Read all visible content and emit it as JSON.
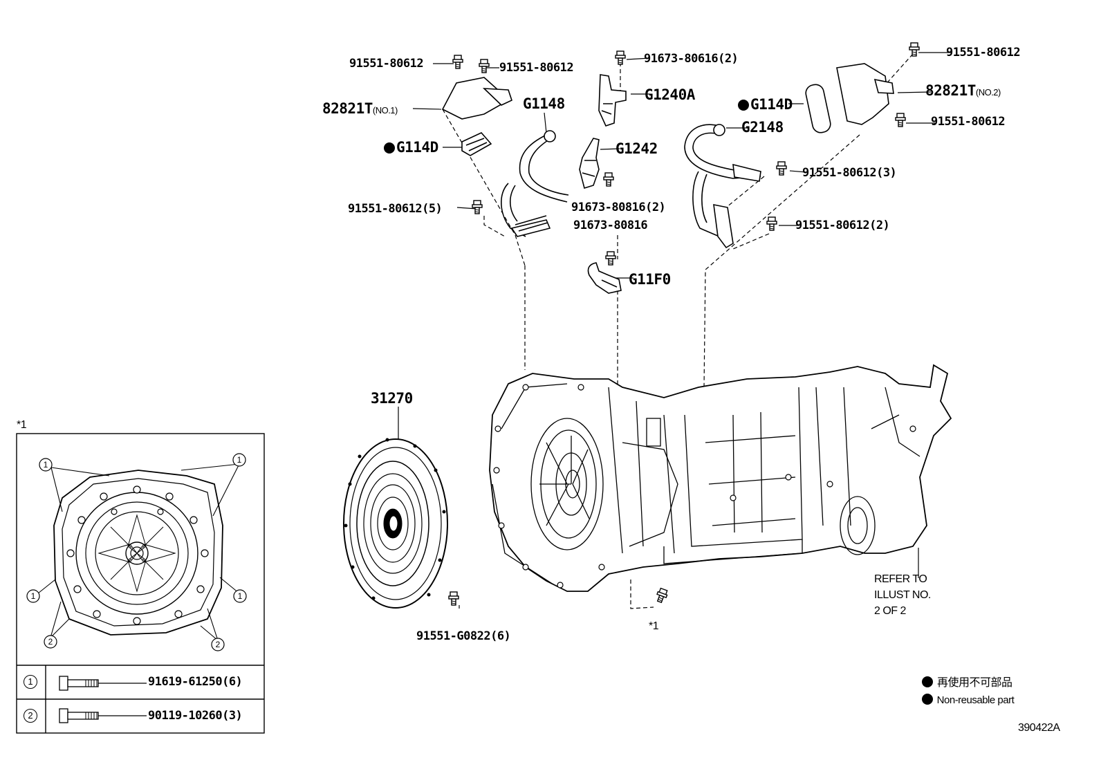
{
  "parts": {
    "bolt_tl_a": "91551-80612",
    "bolt_tl_b": "91551-80612",
    "bracket_no1_code": "82821T",
    "bracket_no1_note": "(NO.1)",
    "g114d_left": "G114D",
    "g1148": "G1148",
    "bolt_left_5": "91551-80612(5)",
    "bolt_top_mid": "91673-80616(2)",
    "g1240a": "G1240A",
    "g1242": "G1242",
    "bolt_mid_2": "91673-80816(2)",
    "bolt_mid": "91673-80816",
    "g11f0": "G11F0",
    "g114d_right": "G114D",
    "g2148": "G2148",
    "bolt_tr_a": "91551-80612",
    "bracket_no2_code": "82821T",
    "bracket_no2_note": "(NO.2)",
    "bolt_tr_b": "91551-80612",
    "bolt_r_3": "91551-80612(3)",
    "bolt_r_2": "91551-80612(2)",
    "drive_plate": "31270",
    "bolt_drive_plate": "91551-G0822(6)",
    "ref_note_1": "*1",
    "refer_line1": "REFER TO",
    "refer_line2": "ILLUST NO.",
    "refer_line3": "2 OF 2"
  },
  "inset": {
    "title": "*1",
    "callout_1": "1",
    "callout_2": "2",
    "rows": [
      {
        "num": "1",
        "part": "91619-61250(6)"
      },
      {
        "num": "2",
        "part": "90119-10260(3)"
      }
    ]
  },
  "legend": {
    "jp": "再使用不可部品",
    "en": "Non-reusable part"
  },
  "figure_id": "390422A"
}
